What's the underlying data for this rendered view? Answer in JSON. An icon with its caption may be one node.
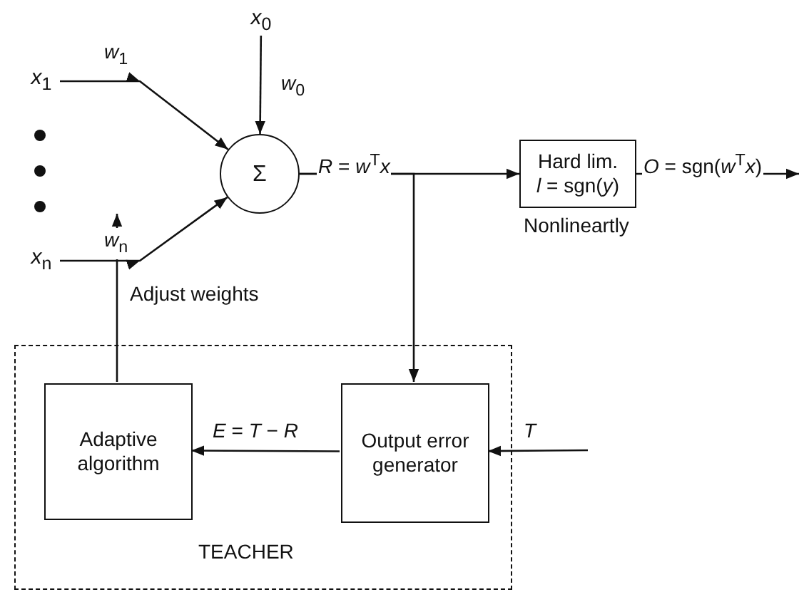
{
  "diagram": {
    "nodes": [
      {
        "text": [
          "*x*$_{1}$"
        ]
      },
      {
        "text": [
          "*x*$_{0}$"
        ]
      },
      {
        "text": [
          "*x*$_{n}$"
        ]
      },
      {
        "text": [
          "Σ"
        ]
      },
      {
        "text": [
          "Hard lim.",
          "*l* = sgn(*y*)"
        ],
        "beside": [
          "Nonlineartly"
        ]
      },
      {
        "text": [
          "TEACHER"
        ]
      },
      {
        "text": [
          "Adaptive algorithm"
        ],
        "in": 5
      },
      {
        "text": [
          "Output error generator"
        ],
        "in": 5
      }
    ],
    "edges": [
      {
        "from": 0,
        "to": 3,
        "arrow": "to",
        "label": "*w*$_{1}$"
      },
      {
        "from": 1,
        "to": 3,
        "arrow": "to",
        "label": "*w*$_{0}$"
      },
      {
        "from": 2,
        "to": 3,
        "arrow": "to",
        "label": "*w*$_{n}$"
      },
      {
        "from": 3,
        "to": 4,
        "arrow": "to",
        "label": "*R* = *w*$^{T}$*x*"
      },
      {
        "from": 4,
        "to": null,
        "arrow": "to",
        "label": "*O* = sgn(*w*$^{T}$*x*)"
      },
      {
        "from": 3,
        "to": 7,
        "arrow": "to"
      },
      {
        "from": 7,
        "to": 6,
        "arrow": "to",
        "label": "*E* = *T* − *R*"
      },
      {
        "from": null,
        "to": 7,
        "arrow": "to",
        "label": "*T*"
      },
      {
        "from": 6,
        "to": null,
        "arrow": "to",
        "label": "Adjust weights"
      }
    ]
  }
}
